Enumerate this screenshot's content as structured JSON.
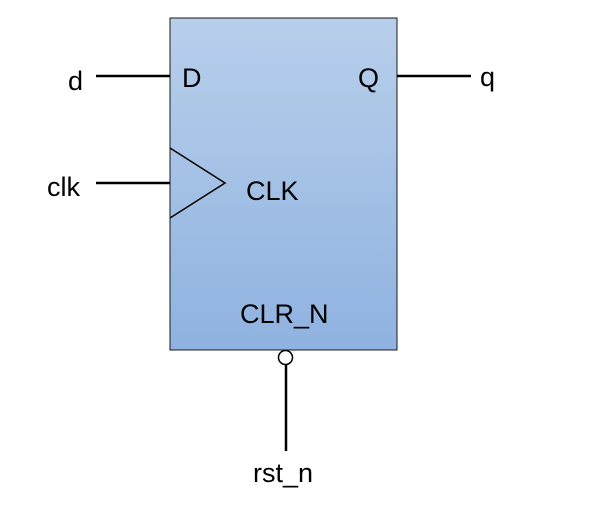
{
  "block": {
    "pin_d": "D",
    "pin_q": "Q",
    "pin_clk": "CLK",
    "pin_clr": "CLR_N",
    "fill_top": "#b8cfeb",
    "fill_bottom": "#8fb2e0"
  },
  "signals": {
    "d": "d",
    "clk": "clk",
    "q": "q",
    "rst": "rst_n"
  }
}
